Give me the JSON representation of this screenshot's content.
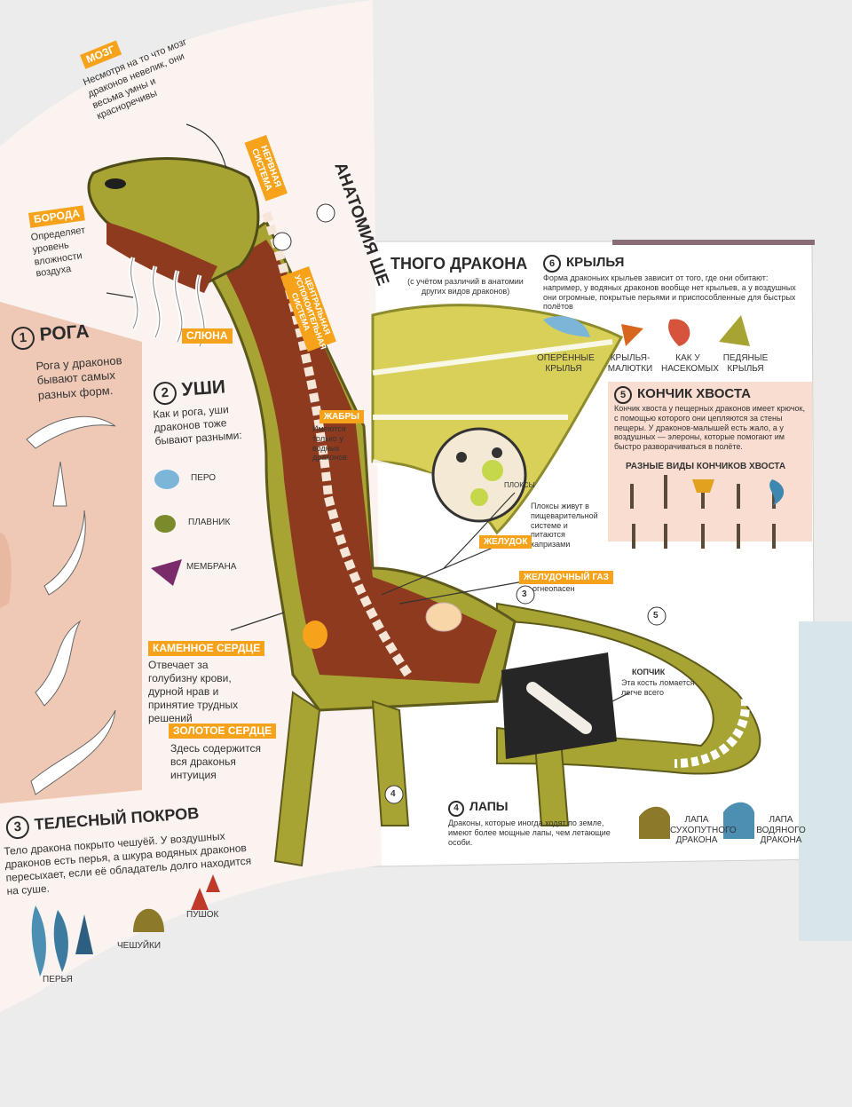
{
  "left_page": {
    "brain": {
      "tag": "МОЗГ",
      "text": "Несмотря на то что мозг драконов невелик, они весьма умны и красноречивы"
    },
    "nervous": {
      "tag": "НЕРВНАЯ СИСТЕМА"
    },
    "title_vertical": "АНАТОМИЯ ШЕ",
    "beard": {
      "tag": "БОРОДА",
      "text": "Определяет уровень вложности воздуха"
    },
    "central_nervous": {
      "tag": "ЦЕНТРАЛЬНАЯ УСПОКОИТЕЛЬНАЯ СИСТЕМА"
    },
    "saliva": {
      "tag": "СЛЮНА"
    },
    "gills": {
      "tag": "ЖАБРЫ",
      "text": "Имеются только у водных драконов"
    },
    "horns": {
      "number": "1",
      "title": "РОГА",
      "text": "Рога у драконов бывают самых разных форм."
    },
    "ears": {
      "number": "2",
      "title": "УШИ",
      "text": "Как и рога, уши драконов тоже бывают разными:",
      "items": [
        "ПЕРО",
        "ПЛАВНИК",
        "МЕМБРАНА"
      ]
    },
    "stone_heart": {
      "tag": "КАМЕННОЕ СЕРДЦЕ",
      "text": "Отвечает за голубизну крови, дурной нрав и принятие трудных решений"
    },
    "gold_heart": {
      "tag": "ЗОЛОТОЕ СЕРДЦЕ",
      "text": "Здесь содержится вся драконья интуиция"
    },
    "skin": {
      "number": "3",
      "title": "ТЕЛЕСНЫЙ ПОКРОВ",
      "text": "Тело дракона покрыто чешуёй. У воздушных драконов есть перья, а шкура водяных драконов пересыхает, если её обладатель долго находится на суше.",
      "items": [
        "ПЕРЬЯ",
        "ЧЕШУЙКИ",
        "ПУШОК"
      ]
    }
  },
  "right_page": {
    "title": "ТНОГО ДРАКОНА",
    "subtitle": "(с учётом различий в анатомии других видов драконов)",
    "wings": {
      "number": "6",
      "title": "КРЫЛЬЯ",
      "text": "Форма драконьих крыльев зависит от того, где они обитают: например, у водяных драконов вообще нет крыльев, а у воздушных они огромные, покрытые перьями и приспособленные для быстрых полётов",
      "items": [
        "ОПЕРЁННЫЕ КРЫЛЬЯ",
        "КРЫЛЬЯ-МАЛЮТКИ",
        "КАК У НАСЕКОМЫХ",
        "ПЕДЯНЫЕ КРЫЛЬЯ"
      ]
    },
    "tail_tip": {
      "number": "5",
      "title": "КОНЧИК ХВОСТА",
      "text": "Кончик хвоста у пещерных драконов имеет крючок, с помощью которого они цепляются за стены пещеры. У драконов-малышей есть жало, а у воздушных — элероны, которые помогают им быстро разворачиваться в полёте.",
      "subheading": "РАЗНЫЕ ВИДЫ КОНЧИКОВ ХВОСТА"
    },
    "plox": {
      "label": "ПЛОКСЫ",
      "text": "Плоксы живут в пищеварительной системе и питаются капризами"
    },
    "stomach": {
      "tag": "ЖЕЛУДОК"
    },
    "gas": {
      "tag": "ЖЕЛУДОЧНЫЙ ГАЗ",
      "text": "огнеопасен"
    },
    "coccyx": {
      "title": "КОПЧИК",
      "text": "Эта кость ломается легче всего"
    },
    "markers": [
      "3",
      "4",
      "5"
    ],
    "legs": {
      "number": "4",
      "title": "ЛАПЫ",
      "text": "Драконы, которые иногда ходят по земле, имеют более мощные лапы, чем летающие особи.",
      "items": [
        "ЛАПА СУХОПУТНОГО ДРАКОНА",
        "ЛАПА ВОДЯНОГО ДРАКОНА"
      ]
    }
  },
  "colors": {
    "tag": "#f6a21a",
    "dragon_green": "#a8a434",
    "flesh": "#8e3a1e",
    "panel": "#f1cdb8",
    "page": "#fbf7f4"
  }
}
